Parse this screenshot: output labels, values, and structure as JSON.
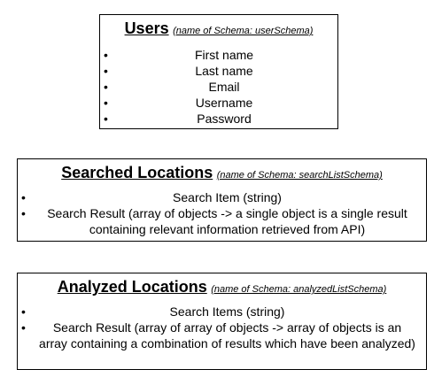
{
  "schemas": [
    {
      "title": "Users",
      "note": "(name of Schema: userSchema)",
      "fields": [
        "First name",
        "Last name",
        "Email",
        "Username",
        "Password"
      ]
    },
    {
      "title": "Searched Locations",
      "note": "(name of Schema: searchListSchema)",
      "fields": [
        "Search Item (string)",
        "Search Result (array of objects -> a single object is a single result containing relevant information retrieved from API)"
      ]
    },
    {
      "title": "Analyzed Locations",
      "note": "(name of Schema: analyzedListSchema)",
      "fields": [
        "Search Items (string)",
        "Search Result (array of array of objects -> array of objects is an array containing a combination of results which have been analyzed)"
      ]
    }
  ],
  "bullet": "•"
}
